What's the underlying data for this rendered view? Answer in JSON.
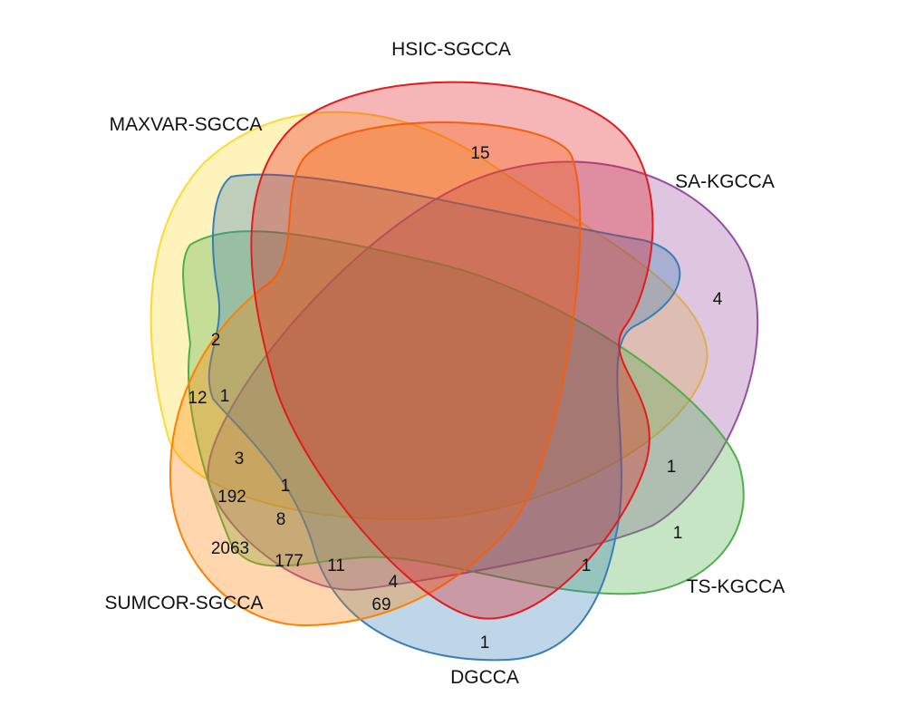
{
  "diagram": {
    "type": "venn",
    "sets": [
      {
        "key": "hsic",
        "name": "HSIC-SGCCA",
        "color": "#E41A1C"
      },
      {
        "key": "maxvar",
        "name": "MAXVAR-SGCCA",
        "color": "#FFD92F"
      },
      {
        "key": "sakgcca",
        "name": "SA-KGCCA",
        "color": "#984EA3"
      },
      {
        "key": "tskgcca",
        "name": "TS-KGCCA",
        "color": "#4DAF4A"
      },
      {
        "key": "dgcca",
        "name": "DGCCA",
        "color": "#377EB8"
      },
      {
        "key": "sumcor",
        "name": "SUMCOR-SGCCA",
        "color": "#FF7F00"
      }
    ],
    "region_counts": [
      "15",
      "4",
      "2",
      "12",
      "1",
      "3",
      "192",
      "1",
      "8",
      "2063",
      "177",
      "11",
      "4",
      "69",
      "1",
      "1",
      "1",
      "1"
    ]
  }
}
